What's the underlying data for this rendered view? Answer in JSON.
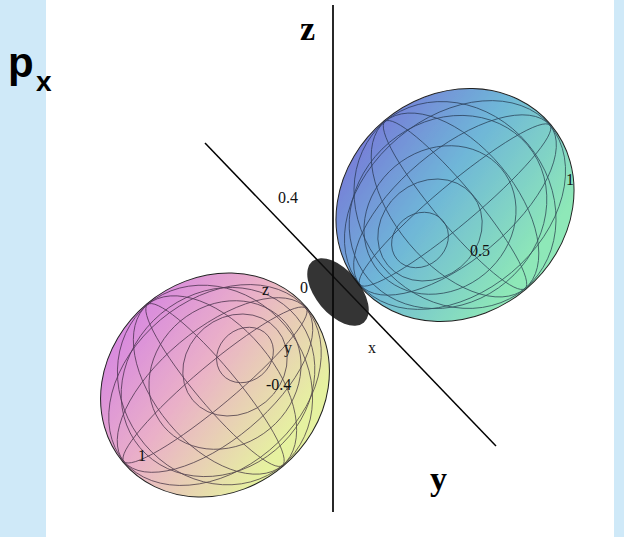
{
  "diagram": {
    "labels": [
      "p",
      "x",
      "z",
      "y",
      "0.4",
      "0.5",
      "z",
      "0",
      "y",
      "-0.4",
      "x",
      "1",
      "1"
    ]
  }
}
